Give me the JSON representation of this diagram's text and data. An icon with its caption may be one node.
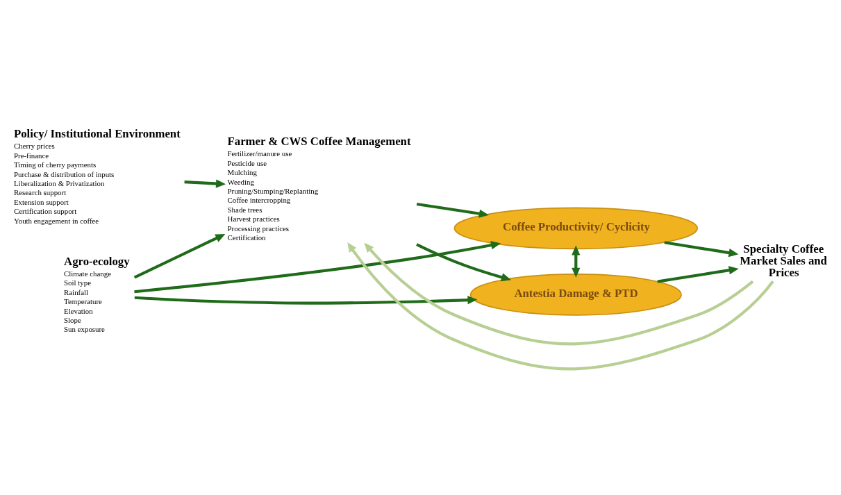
{
  "diagram": {
    "nodes": [
      {
        "text": [
          "Agro-ecology",
          "Climate change",
          "Soil type",
          "Rainfall",
          "Temperature",
          "Elevation",
          "Slope",
          "Sun exposure"
        ]
      },
      {
        "text": [
          "Farmer & CWS Coffee Management",
          "Fertilizer/manure use",
          "Pesticide use",
          "Mulching",
          "Weeding",
          "Pruning/Stumping/Replanting",
          "Coffee intercropping",
          "Shade trees",
          "Harvest practices",
          "Processing practices",
          "Certification"
        ]
      },
      {
        "text": [
          "Policy/ Institutional Environment",
          "Cherry prices",
          "Pre-finance",
          "Timing of cherry payments",
          "Purchase & distribution of inputs",
          "Liberalization & Privatization",
          "Research support",
          "Extension support",
          "Certification support",
          "Youth engagement in coffee"
        ]
      },
      {
        "text": [
          "Coffee Productivity/ Cyclicity"
        ]
      },
      {
        "text": [
          "Antestia Damage & PTD"
        ]
      },
      {
        "text": [
          "Specialty Coffee Market Sales and Prices"
        ]
      }
    ],
    "edges": [
      {
        "from": 0,
        "to": 3,
        "arrow": "to"
      },
      {
        "from": 0,
        "to": 1,
        "arrow": "to"
      },
      {
        "from": 0,
        "to": 4,
        "arrow": "to"
      },
      {
        "from": 2,
        "to": 1,
        "arrow": "to"
      },
      {
        "from": 1,
        "to": 3,
        "arrow": "to"
      },
      {
        "from": 1,
        "to": 4,
        "arrow": "to"
      },
      {
        "from": 3,
        "to": 4,
        "arrow": "both"
      },
      {
        "from": 3,
        "to": 5,
        "arrow": "to"
      },
      {
        "from": 4,
        "to": 5,
        "arrow": "to"
      },
      {
        "from": 5,
        "to": 1,
        "arrow": "to",
        "color": "#b8cf94"
      },
      {
        "from": 5,
        "to": 1,
        "arrow": "to",
        "color": "#b8cf94"
      }
    ]
  }
}
